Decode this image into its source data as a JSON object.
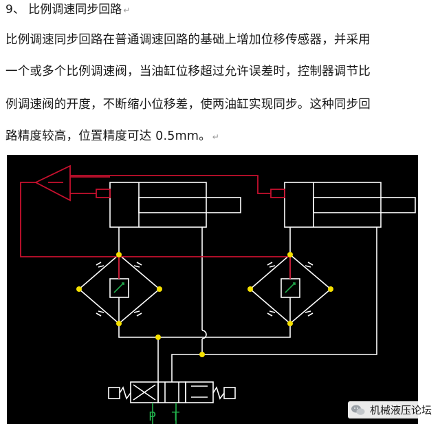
{
  "heading": "9、 比例调速同步回路",
  "paragraph_lines": [
    "比例调速同步回路在普通调速回路的基础上增加位移传感器，并采用",
    "一个或多个比例调速阀，当油缸位移超过允许误差时，控制器调节比",
    "例调速阀的开度，不断缩小位移差，使两油缸实现同步。这种同步回",
    "路精度较高，位置精度可达 0.5mm。"
  ],
  "return_mark": "↵",
  "diagram": {
    "port_p": "P",
    "port_t": "T",
    "colors": {
      "background": "#000000",
      "hydraulic_line": "#ffffff",
      "signal_line": "#c8102e",
      "junction": "#f5e000",
      "valve_green": "#1fa84a",
      "port_label": "#22b24c"
    }
  },
  "watermark": {
    "text": "机械液压论坛",
    "icon": "wechat-icon"
  }
}
